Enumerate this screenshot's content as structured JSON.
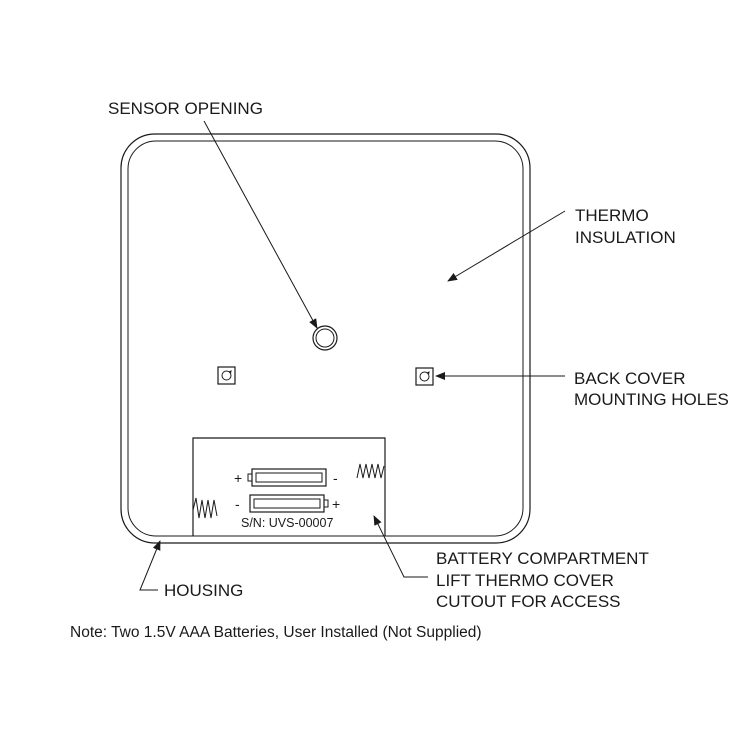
{
  "labels": {
    "sensor_opening": "SENSOR OPENING",
    "thermo_line1": "THERMO",
    "thermo_line2": "INSULATION",
    "mounting_line1": "BACK COVER",
    "mounting_line2": "MOUNTING HOLES",
    "battery_line1": "BATTERY COMPARTMENT",
    "battery_line2": "LIFT THERMO COVER",
    "battery_line3": "CUTOUT FOR ACCESS",
    "housing": "HOUSING"
  },
  "battery": {
    "serial": "S/N: UVS-00007",
    "plus": "+",
    "minus": "-"
  },
  "note": "Note: Two 1.5V AAA Batteries, User Installed (Not Supplied)"
}
